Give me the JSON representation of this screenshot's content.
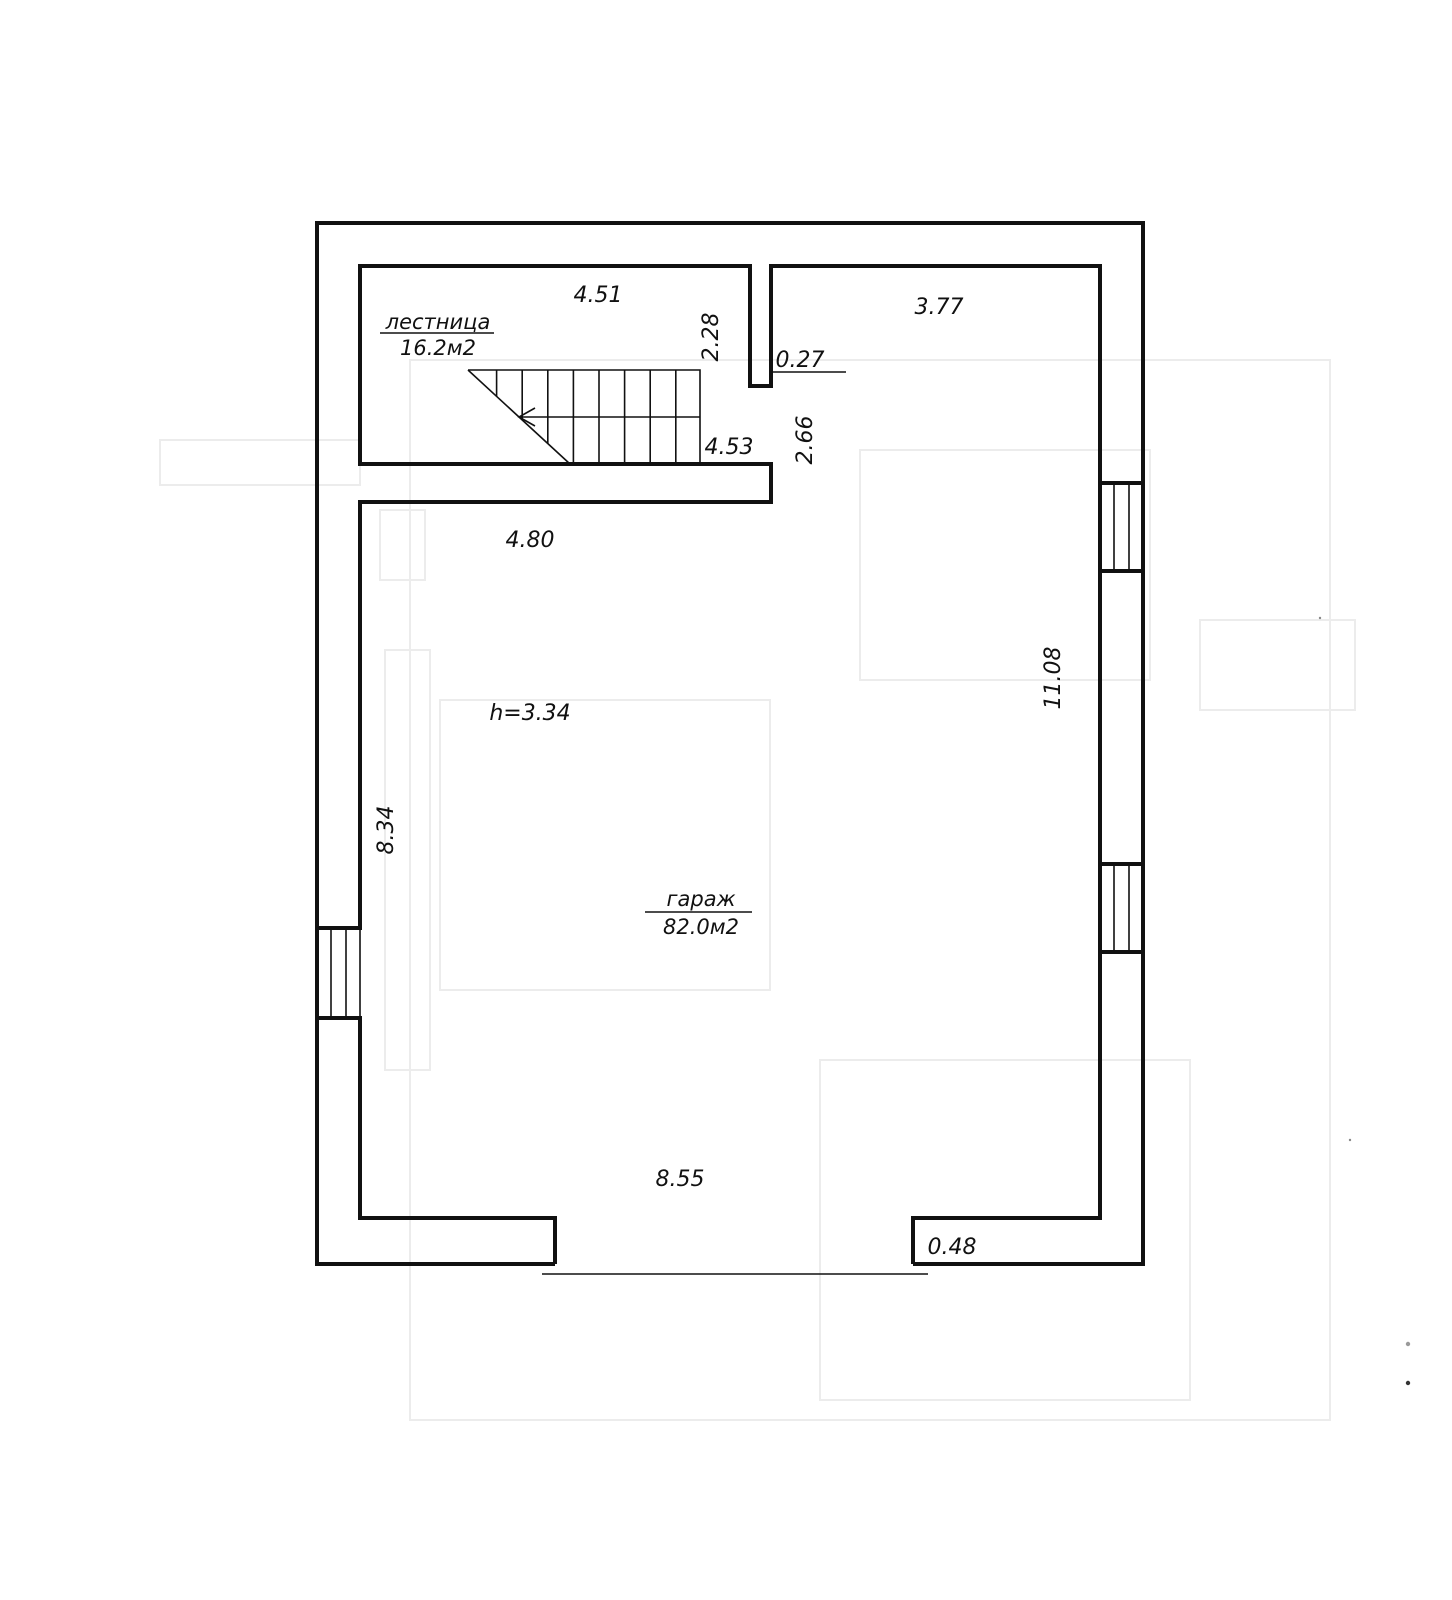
{
  "plan": {
    "rooms": [
      {
        "name": "лестница",
        "area": "16.2м2"
      },
      {
        "name": "гараж",
        "area": "82.0м2"
      }
    ],
    "height_note": "h=3.34",
    "dimensions": {
      "stair_top": "4.51",
      "stair_height": "2.28",
      "stair_bottom": "4.53",
      "partition": "0.27",
      "corridor": "2.66",
      "right_room_top": "3.77",
      "garage_top": "4.80",
      "right_wall": "11.08",
      "left_wall": "8.34",
      "bottom": "8.55",
      "wall_thickness": "0.48"
    }
  }
}
